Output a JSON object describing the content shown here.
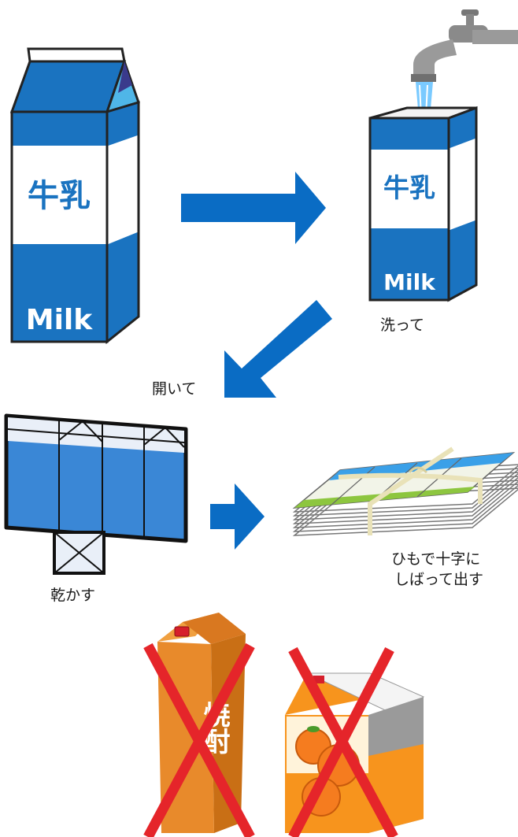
{
  "carton_label": {
    "kanji": "牛乳",
    "english": "Milk"
  },
  "steps": {
    "wash": "洗って",
    "open": "開いて",
    "dry": "乾かす",
    "tie_line1": "ひもで十字に",
    "tie_line2": "しばって出す"
  },
  "not_accepted": {
    "shochu_label": "焼酎"
  },
  "colors": {
    "milk_blue": "#1a73c0",
    "arrow_blue": "#0a6cc4",
    "prohibited_red": "#e5252a",
    "juice_orange": "#f7941d",
    "shochu_orange": "#e88a2b",
    "stripe_green": "#8dc63f"
  }
}
